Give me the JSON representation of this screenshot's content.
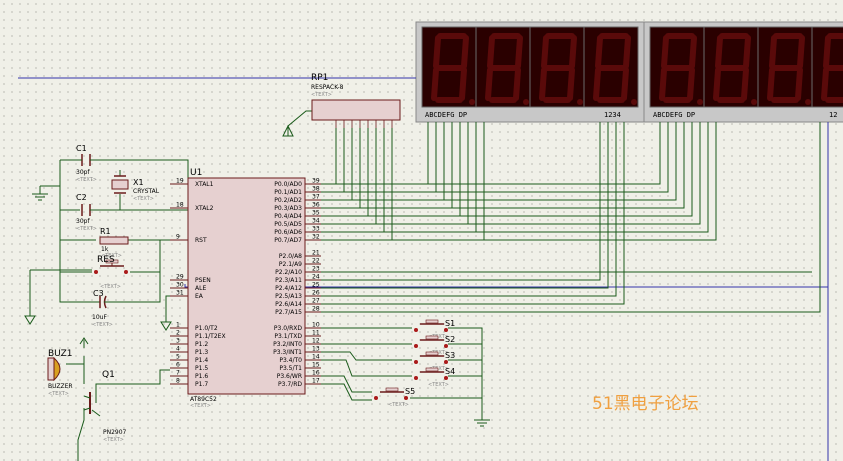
{
  "schematic": {
    "u1": {
      "ref": "U1",
      "part": "AT89C52",
      "text_tag": "<TEXT>",
      "left_pins": [
        {
          "num": "19",
          "name": "XTAL1"
        },
        {
          "num": "18",
          "name": "XTAL2"
        },
        {
          "num": "9",
          "name": "RST"
        },
        {
          "num": "29",
          "name": "PSEN"
        },
        {
          "num": "30",
          "name": "ALE"
        },
        {
          "num": "31",
          "name": "EA"
        },
        {
          "num": "1",
          "name": "P1.0/T2"
        },
        {
          "num": "2",
          "name": "P1.1/T2EX"
        },
        {
          "num": "3",
          "name": "P1.2"
        },
        {
          "num": "4",
          "name": "P1.3"
        },
        {
          "num": "5",
          "name": "P1.4"
        },
        {
          "num": "6",
          "name": "P1.5"
        },
        {
          "num": "7",
          "name": "P1.6"
        },
        {
          "num": "8",
          "name": "P1.7"
        }
      ],
      "p0_pins": [
        {
          "num": "39",
          "name": "P0.0/AD0"
        },
        {
          "num": "38",
          "name": "P0.1/AD1"
        },
        {
          "num": "37",
          "name": "P0.2/AD2"
        },
        {
          "num": "36",
          "name": "P0.3/AD3"
        },
        {
          "num": "35",
          "name": "P0.4/AD4"
        },
        {
          "num": "34",
          "name": "P0.5/AD5"
        },
        {
          "num": "33",
          "name": "P0.6/AD6"
        },
        {
          "num": "32",
          "name": "P0.7/AD7"
        }
      ],
      "p2_pins": [
        {
          "num": "21",
          "name": "P2.0/A8"
        },
        {
          "num": "22",
          "name": "P2.1/A9"
        },
        {
          "num": "23",
          "name": "P2.2/A10"
        },
        {
          "num": "24",
          "name": "P2.3/A11"
        },
        {
          "num": "25",
          "name": "P2.4/A12"
        },
        {
          "num": "26",
          "name": "P2.5/A13"
        },
        {
          "num": "27",
          "name": "P2.6/A14"
        },
        {
          "num": "28",
          "name": "P2.7/A15"
        }
      ],
      "p3_pins": [
        {
          "num": "10",
          "name": "P3.0/RXD"
        },
        {
          "num": "11",
          "name": "P3.1/TXD"
        },
        {
          "num": "12",
          "name": "P3.2/INT0"
        },
        {
          "num": "13",
          "name": "P3.3/INT1"
        },
        {
          "num": "14",
          "name": "P3.4/T0"
        },
        {
          "num": "15",
          "name": "P3.5/T1"
        },
        {
          "num": "16",
          "name": "P3.6/WR"
        },
        {
          "num": "17",
          "name": "P3.7/RD"
        }
      ]
    },
    "rp1": {
      "ref": "RP1",
      "part": "RESPACK-8",
      "text_tag": "<TEXT>"
    },
    "c1": {
      "ref": "C1",
      "value": "30pf",
      "text_tag": "<TEXT>"
    },
    "c2": {
      "ref": "C2",
      "value": "30pf",
      "text_tag": "<TEXT>"
    },
    "c3": {
      "ref": "C3",
      "value": "10uF",
      "text_tag": "<TEXT>"
    },
    "x1": {
      "ref": "X1",
      "part": "CRYSTAL",
      "text_tag": "<TEXT>"
    },
    "r1": {
      "ref": "R1",
      "value": "1k",
      "text_tag": "<TEXT>"
    },
    "res": {
      "ref": "RES",
      "text_tag": "<TEXT>"
    },
    "buz1": {
      "ref": "BUZ1",
      "part": "BUZZER",
      "text_tag": "<TEXT>"
    },
    "q1": {
      "ref": "Q1",
      "part": "PN2907",
      "text_tag": "<TEXT>"
    },
    "switches": [
      {
        "ref": "S1",
        "text_tag": "<TEXT>"
      },
      {
        "ref": "S2",
        "text_tag": "<TEXT>"
      },
      {
        "ref": "S3",
        "text_tag": "<TEXT>"
      },
      {
        "ref": "S4",
        "text_tag": "<TEXT>"
      },
      {
        "ref": "S5",
        "text_tag": "<TEXT>"
      }
    ],
    "display_left": {
      "seg_labels": "ABCDEFG  DP",
      "digit_labels": "1234",
      "digit_text": "8"
    },
    "display_right": {
      "seg_labels": "ABCDEFG  DP",
      "digit_labels": "12",
      "digit_text": "8"
    },
    "watermark": "51黑电子论坛"
  }
}
